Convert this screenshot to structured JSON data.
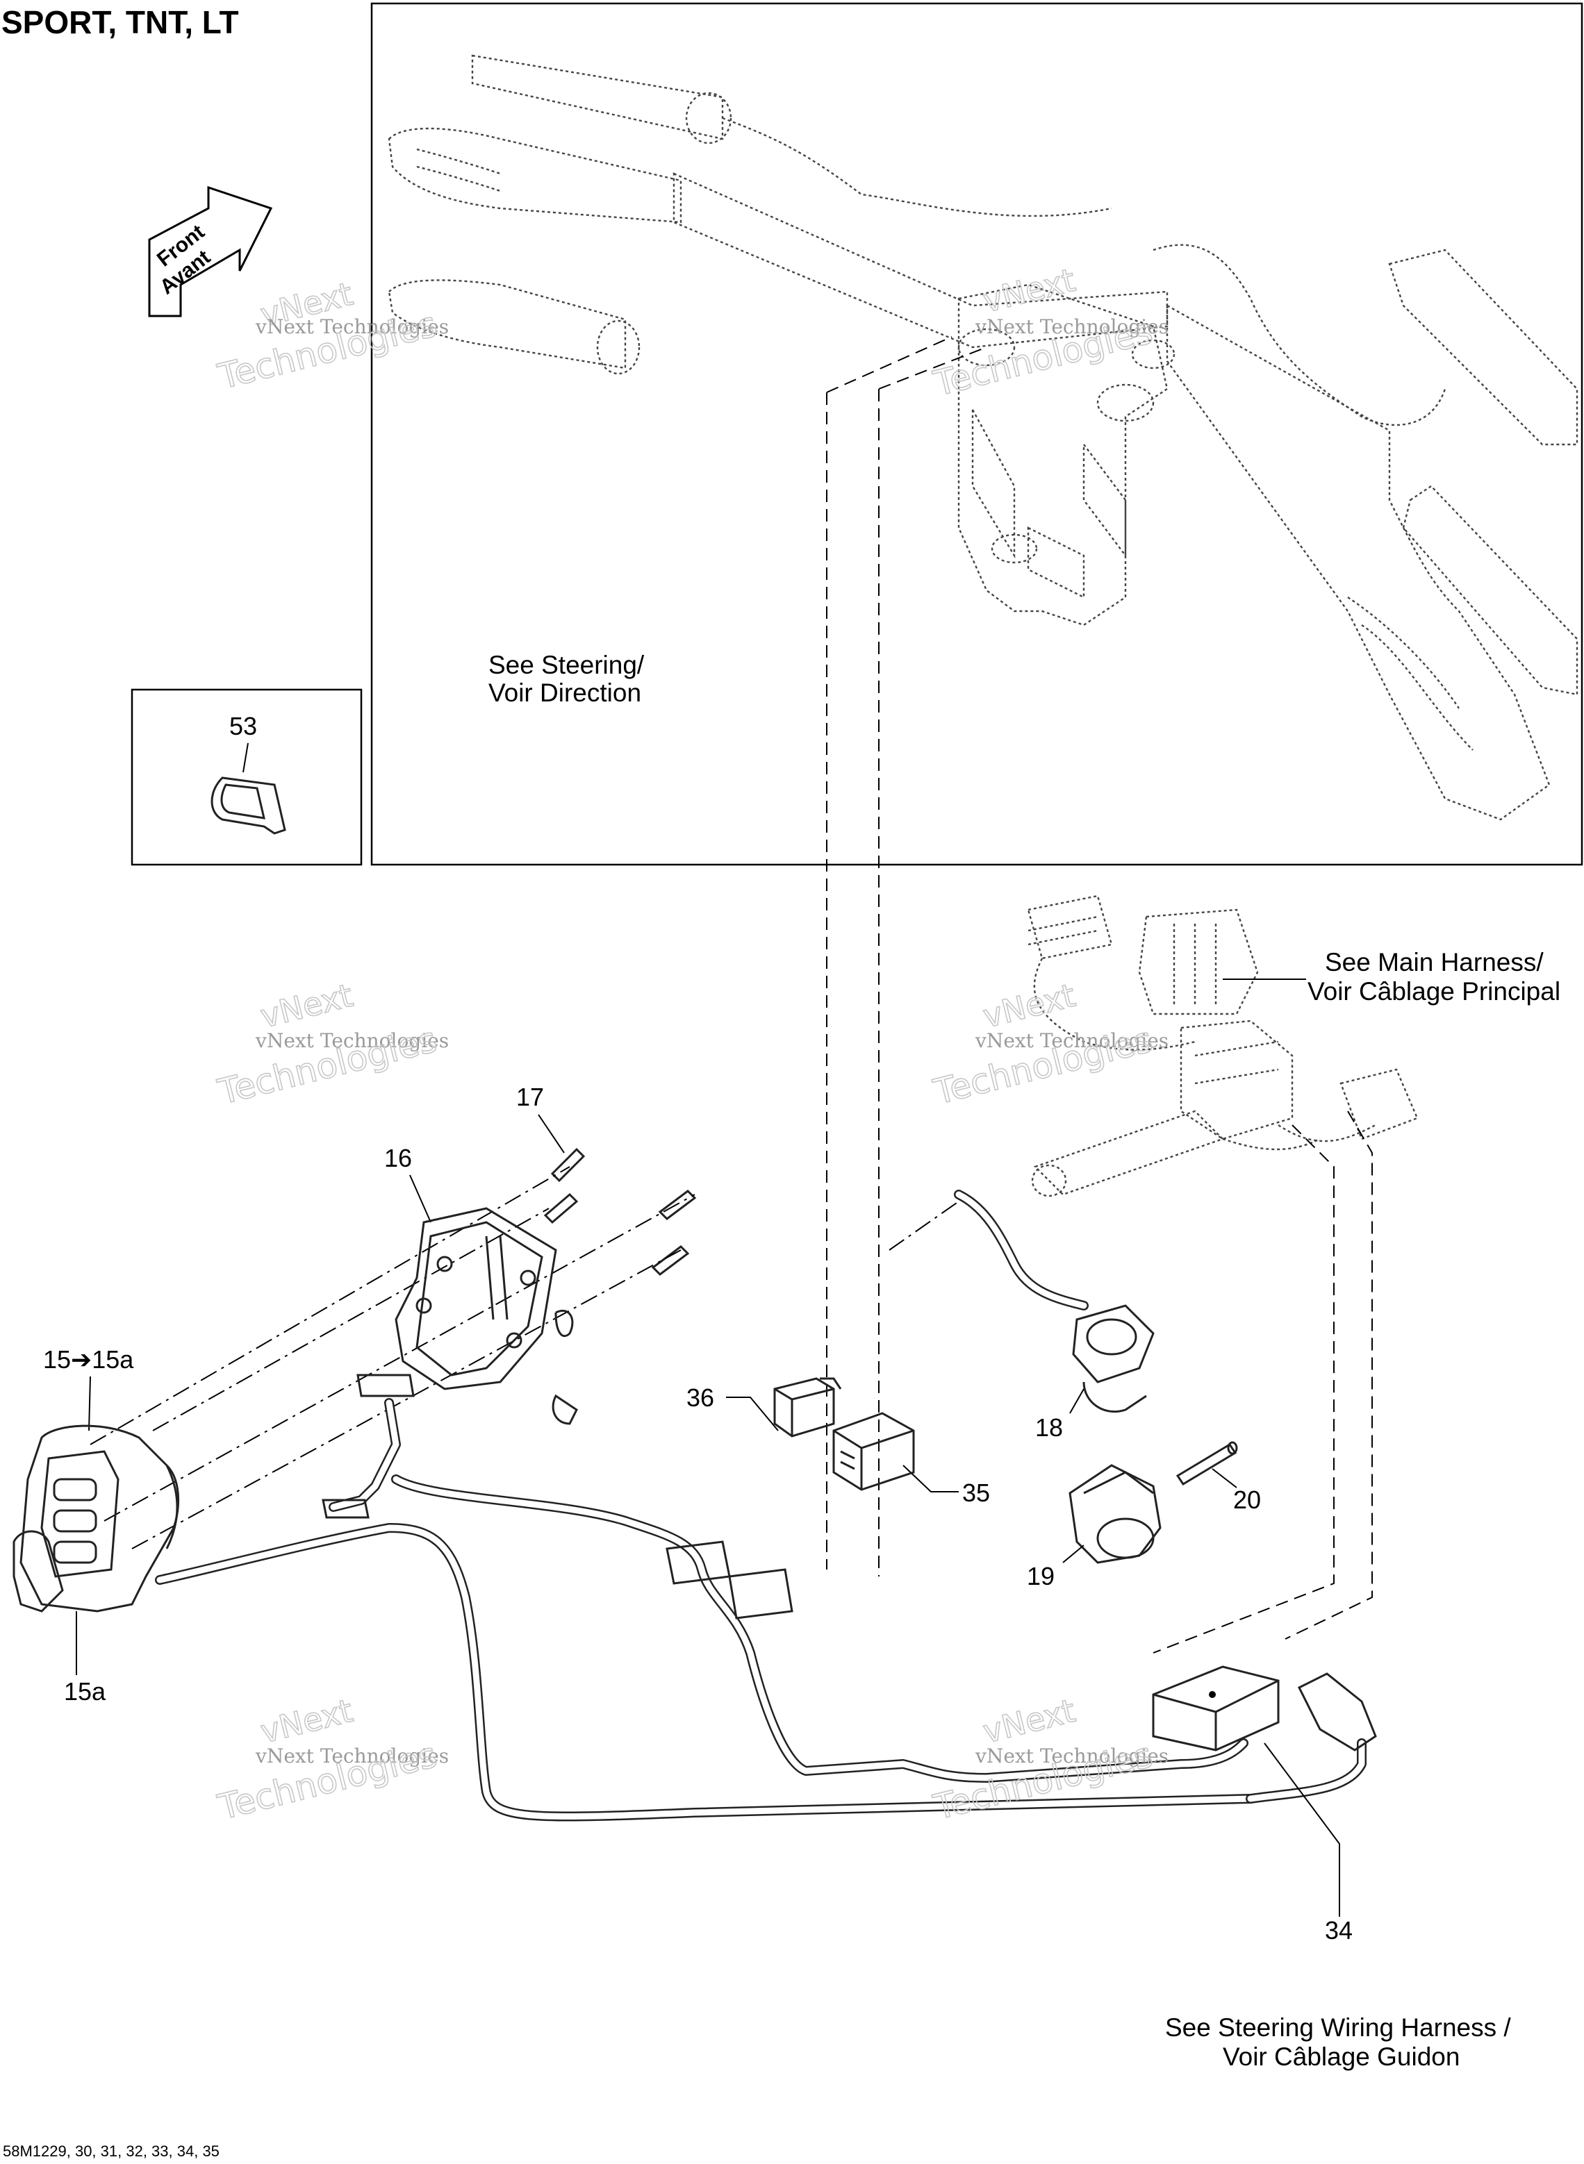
{
  "title": "SPORT, TNT, LT",
  "drawing_code": "58M1229, 30, 31, 32, 33, 34, 35",
  "front_arrow": {
    "line1": "Front",
    "line2": "Avant"
  },
  "references": {
    "steering": {
      "line1": "See Steering/",
      "line2": "Voir Direction"
    },
    "main_harness": {
      "line1": "See Main Harness/",
      "line2": "Voir Câblage Principal"
    },
    "steering_wiring": {
      "line1": "See Steering Wiring Harness /",
      "line2": "Voir Câblage Guidon"
    }
  },
  "callouts": {
    "p53": "53",
    "p17": "17",
    "p16": "16",
    "p15": "15➔15a",
    "p15a": "15a",
    "p36": "36",
    "p35": "35",
    "p18": "18",
    "p20": "20",
    "p19": "19",
    "p34": "34"
  },
  "watermark": {
    "top": "vNext",
    "middle": "vNext Technologies",
    "bottom": "Technologies"
  },
  "icons": {
    "front_arrow": "front-arrow-icon",
    "handlebar": "handlebar-drawing",
    "switch_housing": "switch-housing-drawing"
  }
}
